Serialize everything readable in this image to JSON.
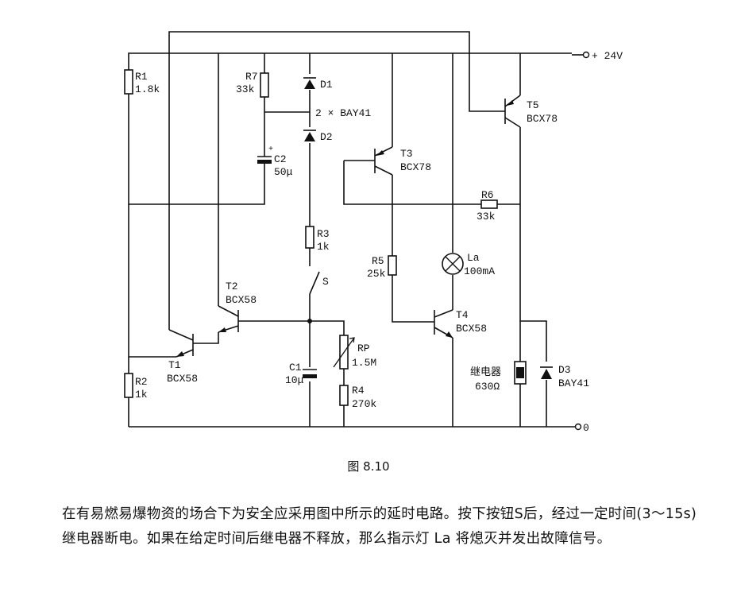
{
  "labels": {
    "vplus": "+ 24V",
    "ground": "0",
    "r1_name": "R1",
    "r1_val": "1.8k",
    "r7_name": "R7",
    "r7_val": "33k",
    "d1_name": "D1",
    "d_pair": "2 × BAY41",
    "d2_name": "D2",
    "c2_name": "C2",
    "c2_val": "50μ",
    "t5_name": "T5",
    "t5_type": "BCX78",
    "t3_name": "T3",
    "t3_type": "BCX78",
    "r6_name": "R6",
    "r6_val": "33k",
    "r3_name": "R3",
    "r3_val": "1k",
    "r5_name": "R5",
    "r5_val": "25k",
    "la_name": "La",
    "la_val": "100mA",
    "s_name": "S",
    "t2_name": "T2",
    "t2_type": "BCX58",
    "t4_name": "T4",
    "t4_type": "BCX58",
    "rp_name": "RP",
    "rp_val": "1.5M",
    "c1_name": "C1",
    "c1_val": "10μ",
    "t1_name": "T1",
    "t1_type": "BCX58",
    "r2_name": "R2",
    "r2_val": "1k",
    "r4_name": "R4",
    "r4_val": "270k",
    "relay_name": "继电器",
    "relay_val": "630Ω",
    "d3_name": "D3",
    "d3_type": "BAY41"
  },
  "caption": "图 8.10",
  "description": "在有易燃易爆物资的场合下为安全应采用图中所示的延时电路。按下按钮S后，经过一定时间(3～15s)继电器断电。如果在给定时间后继电器不释放，那么指示灯 La 将熄灭并发出故障信号。"
}
